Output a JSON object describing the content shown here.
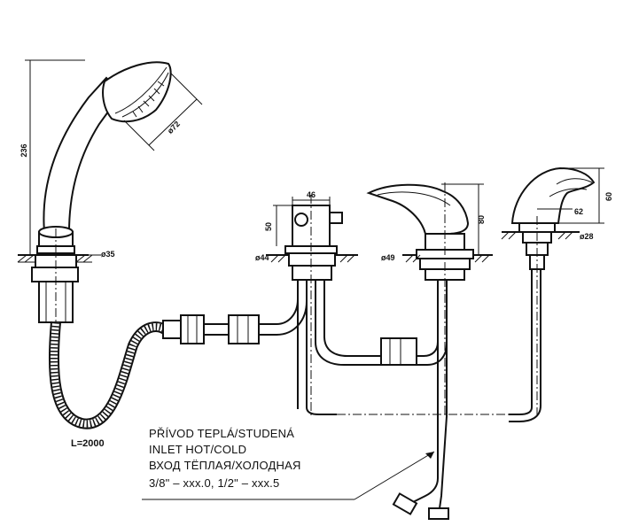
{
  "dimensions": {
    "height_total": "236",
    "head_diameter": "ø72",
    "base_diameter_shower": "ø35",
    "diverter_width": "46",
    "diverter_height": "50",
    "diverter_base": "ø44",
    "mixer_base": "ø49",
    "mixer_height": "80",
    "spout_height": "60",
    "spout_reach": "62",
    "spout_base": "ø28",
    "hose_length": "L=2000"
  },
  "notes": {
    "line1": "PŘÍVOD TEPLÁ/STUDENÁ",
    "line2": "INLET HOT/COLD",
    "line3": "ВХОД ТЁПЛАЯ/ХОЛОДНАЯ",
    "line4": "3/8\" – xxx.0, 1/2\" – xxx.5"
  }
}
